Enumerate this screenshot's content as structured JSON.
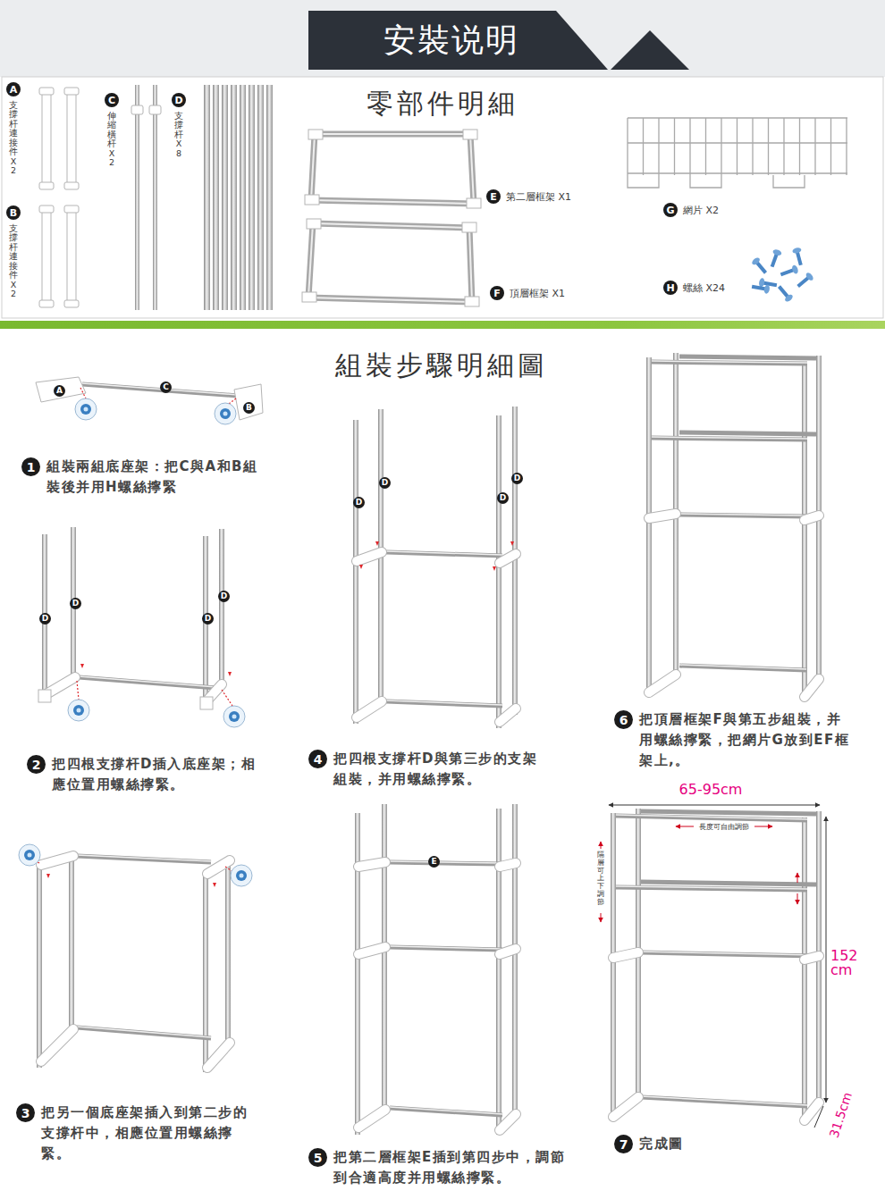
{
  "diagram": {
    "title": "安裝说明",
    "nodes": [
      {
        "text": [
          "A",
          "支撐杆連接件 X2"
        ]
      },
      {
        "text": [
          "B",
          "支撐杆連接件 X2"
        ]
      },
      {
        "text": [
          "C",
          "伸縮橫杆 X2"
        ]
      },
      {
        "text": [
          "D",
          "支撐杆 X8"
        ]
      },
      {
        "text": [
          "E",
          "第二層框架 X1"
        ]
      },
      {
        "text": [
          "F",
          "頂層框架 X1"
        ]
      },
      {
        "text": [
          "G",
          "網片 X2"
        ]
      },
      {
        "text": [
          "H",
          "螺絲 X24"
        ]
      },
      {
        "text": [
          "A"
        ]
      },
      {
        "text": [
          "C"
        ]
      },
      {
        "text": [
          "B"
        ]
      },
      {
        "text": [
          "1",
          "組裝兩組底座架：把C與A和B組裝後并用H螺絲擰緊"
        ]
      },
      {
        "text": [
          "D"
        ]
      },
      {
        "text": [
          "D"
        ]
      },
      {
        "text": [
          "D"
        ]
      },
      {
        "text": [
          "D"
        ]
      },
      {
        "text": [
          "2",
          "把四根支撐杆D插入底座架；相應位置用螺絲擰緊。"
        ]
      },
      {
        "text": [
          "3",
          "把另一個底座架插入到第二步的支撐杆中，相應位置用螺絲擰緊。"
        ]
      },
      {
        "text": [
          "D"
        ]
      },
      {
        "text": [
          "D"
        ]
      },
      {
        "text": [
          "D"
        ]
      },
      {
        "text": [
          "D"
        ]
      },
      {
        "text": [
          "4",
          "把四根支撐杆D與第三步的支架組裝，并用螺絲擰緊。"
        ]
      },
      {
        "text": [
          "E"
        ]
      },
      {
        "text": [
          "5",
          "把第二層框架E插到第四步中，調節到合適高度并用螺絲擰緊。"
        ]
      },
      {
        "text": [
          "6",
          "把頂層框架F與第五步組裝，并用螺絲擰緊，把網片G放到EF框架上,。"
        ]
      },
      {
        "text": [
          "7",
          "完成圖"
        ]
      }
    ],
    "labels": [
      "零部件明細",
      "組裝步驟明細圖",
      "65-95cm",
      "長度可自由調節",
      "隔層可上下調節",
      "152 cm",
      "31.5cm"
    ]
  }
}
